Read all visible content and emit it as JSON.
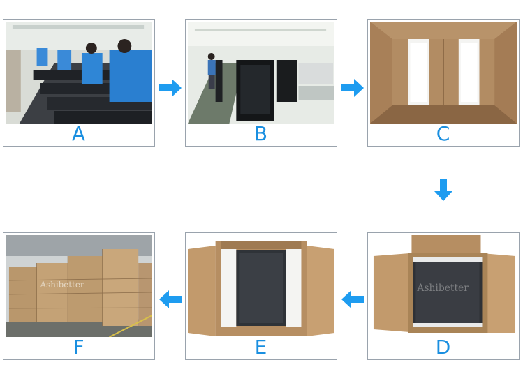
{
  "steps": [
    {
      "id": "A",
      "label": "A",
      "scene": "assembly workers at production line"
    },
    {
      "id": "B",
      "label": "B",
      "scene": "finished units on conveyor line"
    },
    {
      "id": "C",
      "label": "C",
      "scene": "empty carton with foam corner blocks"
    },
    {
      "id": "D",
      "label": "D",
      "scene": "unit placed in carton with foam"
    },
    {
      "id": "E",
      "label": "E",
      "scene": "carton packed with foam top blocks"
    },
    {
      "id": "F",
      "label": "F",
      "scene": "stacked cartons in warehouse"
    }
  ],
  "watermark": "Ashibetter",
  "colors": {
    "label": "#1a8fe0",
    "arrow": "#1e9cf0",
    "border": "#9aa3ad",
    "cardboard": "#b08a5f",
    "foam": "#f2f2f0"
  },
  "arrows": [
    "arrow-right",
    "arrow-right",
    "arrow-down",
    "arrow-left",
    "arrow-left"
  ]
}
